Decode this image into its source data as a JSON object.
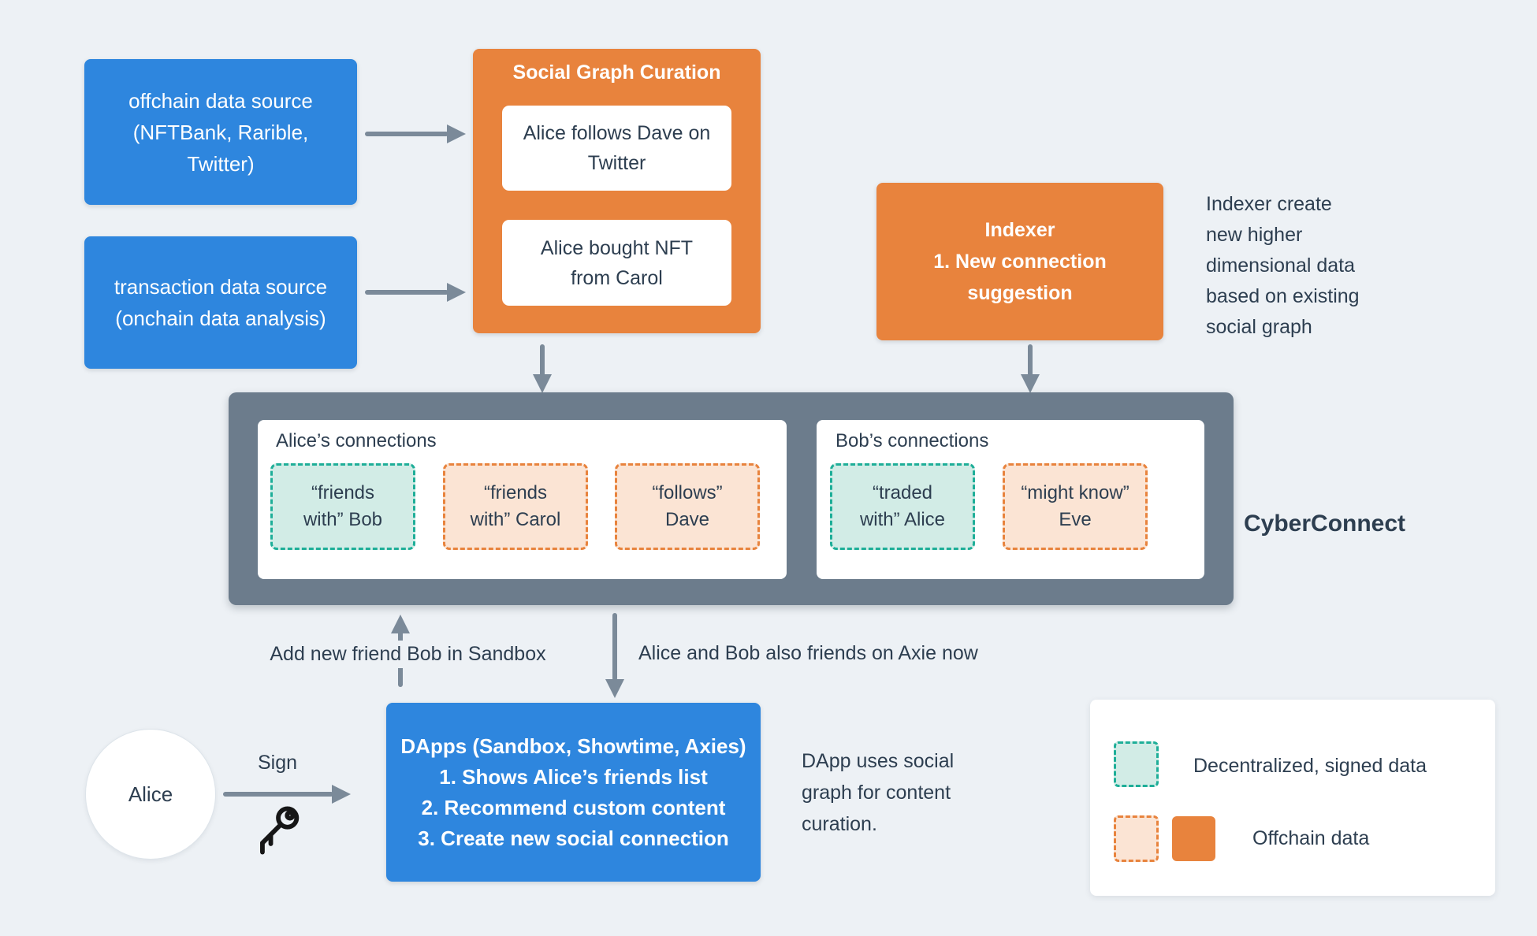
{
  "palette": {
    "background": "#edf1f5",
    "blue": "#2e86de",
    "orange": "#e8833d",
    "container_gray": "#6c7c8c",
    "arrow_gray": "#7b8a99",
    "text_dark": "#2d3e50",
    "teal_border": "#1eae98",
    "teal_fill": "#d2ece6",
    "peach_fill": "#fbe4d4"
  },
  "sources": {
    "offchain": {
      "lines": [
        "offchain data source",
        "(NFTBank, Rarible,",
        "Twitter)"
      ]
    },
    "transaction": {
      "lines": [
        "transaction data source",
        "(onchain data analysis)"
      ]
    }
  },
  "curation": {
    "title": "Social Graph Curation",
    "cards": [
      {
        "lines": [
          "Alice follows Dave on",
          "Twitter"
        ]
      },
      {
        "lines": [
          "Alice bought NFT",
          "from Carol"
        ]
      }
    ]
  },
  "indexer": {
    "lines": [
      "Indexer",
      "1. New connection",
      "suggestion"
    ],
    "note_lines": [
      "Indexer create",
      "new higher",
      "dimensional data",
      "based on existing",
      "social graph"
    ]
  },
  "cyberconnect": {
    "label": "CyberConnect",
    "panels": [
      {
        "title": "Alice’s connections",
        "chips": [
          {
            "kind": "teal",
            "lines": [
              "“friends",
              "with” Bob"
            ]
          },
          {
            "kind": "peach",
            "lines": [
              "“friends",
              "with” Carol"
            ]
          },
          {
            "kind": "peach",
            "lines": [
              "“follows”",
              "Dave"
            ]
          }
        ]
      },
      {
        "title": "Bob’s connections",
        "chips": [
          {
            "kind": "teal",
            "lines": [
              "“traded",
              "with” Alice"
            ]
          },
          {
            "kind": "peach",
            "lines": [
              "“might know”",
              "Eve"
            ]
          }
        ]
      }
    ]
  },
  "flows": {
    "add_friend": "Add new friend Bob in Sandbox",
    "axie": "Alice and Bob also friends on Axie now",
    "sign": "Sign"
  },
  "actor": {
    "label": "Alice"
  },
  "dapps": {
    "lines": [
      "DApps (Sandbox, Showtime, Axies)",
      "1. Shows Alice’s friends list",
      "2. Recommend custom content",
      "3. Create new social connection"
    ],
    "note_lines": [
      "DApp uses social",
      "graph for content",
      "curation."
    ]
  },
  "legend": {
    "items": [
      {
        "label": "Decentralized, signed data"
      },
      {
        "label": "Offchain data"
      }
    ]
  },
  "icons": {
    "sign_key": "key-icon"
  }
}
